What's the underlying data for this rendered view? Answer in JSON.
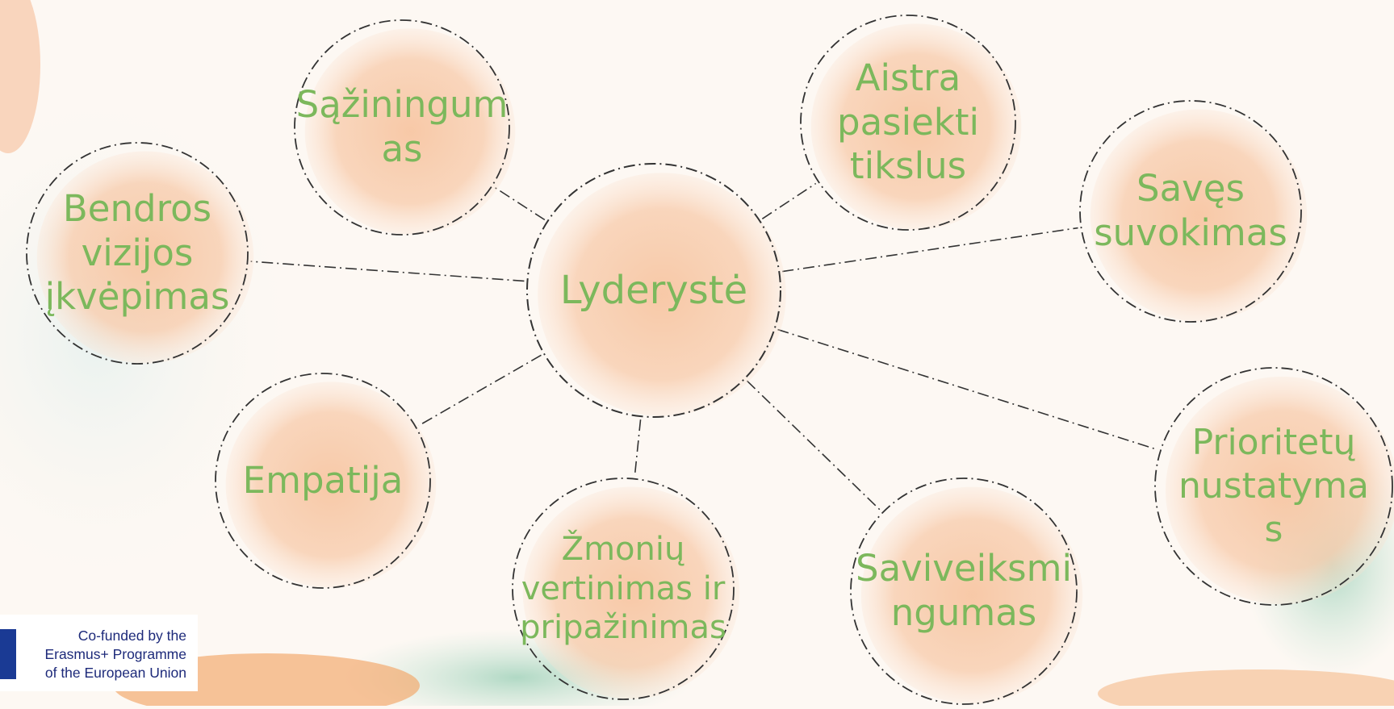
{
  "diagram": {
    "center": {
      "label": "Lyderystė"
    },
    "nodes": [
      {
        "label": "Sąžiningum\nas"
      },
      {
        "label": "Aistra\npasiekti\ntikslus"
      },
      {
        "label": "Savęs\nsuvokimas"
      },
      {
        "label": "Bendros\nvizijos\nįkvėpimas"
      },
      {
        "label": "Empatija"
      },
      {
        "label": "Žmonių\nvertinimas ir\npripažinimas"
      },
      {
        "label": "Saviveiksmi\nngumas"
      },
      {
        "label": "Prioritetų\nnustatyma\ns"
      }
    ]
  },
  "footer": {
    "cofunded_line1": "Co-funded by the",
    "cofunded_line2": "Erasmus+ Programme",
    "cofunded_line3": "of the European Union"
  },
  "colors": {
    "text_green": "#7cb85c",
    "blob_peach": "#f6c29f",
    "outline": "#333333",
    "eu_blue": "#1a3a94"
  }
}
